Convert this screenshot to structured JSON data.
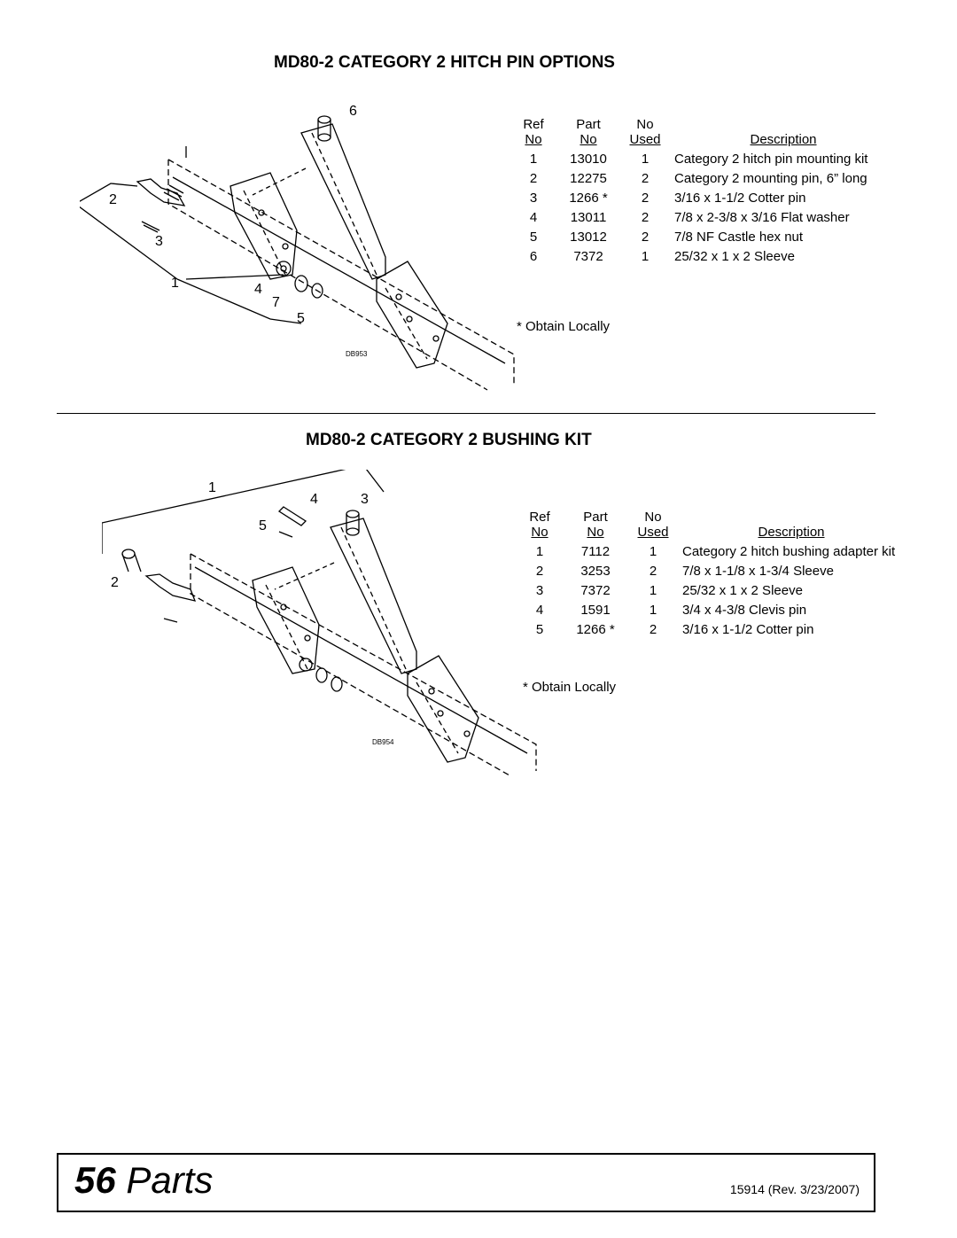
{
  "section1": {
    "title": "MD80-2 CATEGORY 2 HITCH PIN OPTIONS",
    "diagram_code": "DB953",
    "callouts": [
      "1",
      "2",
      "3",
      "4",
      "5",
      "6",
      "7"
    ],
    "headers": {
      "ref_top": "Ref",
      "ref_bottom": "No",
      "part_top": "Part",
      "part_bottom": "No",
      "used_top": "No",
      "used_bottom": "Used",
      "desc": "Description"
    },
    "rows": [
      {
        "ref": "1",
        "part": "13010",
        "used": "1",
        "desc": "Category 2 hitch pin mounting kit"
      },
      {
        "ref": "2",
        "part": "12275",
        "used": "2",
        "desc": "Category 2 mounting pin, 6” long"
      },
      {
        "ref": "3",
        "part": "1266 *",
        "used": "2",
        "desc": "3/16 x 1-1/2 Cotter pin"
      },
      {
        "ref": "4",
        "part": "13011",
        "used": "2",
        "desc": "7/8 x 2-3/8 x 3/16 Flat washer"
      },
      {
        "ref": "5",
        "part": "13012",
        "used": "2",
        "desc": "7/8 NF Castle hex nut"
      },
      {
        "ref": "6",
        "part": "7372",
        "used": "1",
        "desc": "25/32 x 1 x 2 Sleeve"
      }
    ],
    "note": "* Obtain Locally"
  },
  "section2": {
    "title": "MD80-2 CATEGORY 2 BUSHING KIT",
    "diagram_code": "DB954",
    "callouts": [
      "1",
      "2",
      "3",
      "4",
      "5"
    ],
    "headers": {
      "ref_top": "Ref",
      "ref_bottom": "No",
      "part_top": "Part",
      "part_bottom": "No",
      "used_top": "No",
      "used_bottom": "Used",
      "desc": "Description"
    },
    "rows": [
      {
        "ref": "1",
        "part": "7112",
        "used": "1",
        "desc": "Category 2 hitch bushing adapter kit"
      },
      {
        "ref": "2",
        "part": "3253",
        "used": "2",
        "desc": "7/8 x 1-1/8 x 1-3/4 Sleeve"
      },
      {
        "ref": "3",
        "part": "7372",
        "used": "1",
        "desc": "25/32 x 1 x 2 Sleeve"
      },
      {
        "ref": "4",
        "part": "1591",
        "used": "1",
        "desc": "3/4 x 4-3/8 Clevis pin"
      },
      {
        "ref": "5",
        "part": "1266 *",
        "used": "2",
        "desc": "3/16 x 1-1/2 Cotter pin"
      }
    ],
    "note": "* Obtain Locally"
  },
  "footer": {
    "page_number": "56",
    "section": "Parts",
    "doc_ref": "15914 (Rev. 3/23/2007)"
  }
}
